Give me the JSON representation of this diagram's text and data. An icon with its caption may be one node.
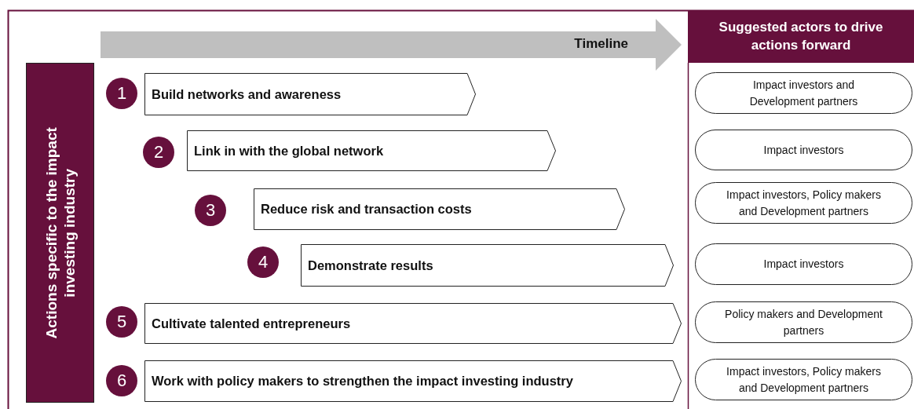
{
  "diagram": {
    "nodes": [
      {
        "text": [
          "Timeline"
        ]
      },
      {
        "text": [
          "Suggested actors to drive actions forward"
        ]
      },
      {
        "text": [
          "Actions specific to the impact investing industry"
        ]
      },
      {
        "text": [
          "1"
        ]
      },
      {
        "text": [
          "Build networks and awareness"
        ]
      },
      {
        "text": [
          "Impact investors and Development partners"
        ]
      },
      {
        "text": [
          "2"
        ]
      },
      {
        "text": [
          "Link in with the global network"
        ]
      },
      {
        "text": [
          "Impact investors"
        ]
      },
      {
        "text": [
          "3"
        ]
      },
      {
        "text": [
          "Reduce risk and transaction costs"
        ]
      },
      {
        "text": [
          "Impact investors, Policy makers and Development partners"
        ]
      },
      {
        "text": [
          "4"
        ]
      },
      {
        "text": [
          "Demonstrate results"
        ]
      },
      {
        "text": [
          "Impact investors"
        ]
      },
      {
        "text": [
          "5"
        ]
      },
      {
        "text": [
          "Cultivate talented entrepreneurs"
        ]
      },
      {
        "text": [
          "Policy makers and Development partners"
        ]
      },
      {
        "text": [
          "6"
        ]
      },
      {
        "text": [
          "Work with policy makers to strengthen the impact investing industry"
        ]
      },
      {
        "text": [
          "Impact investors, Policy makers and Development partners"
        ]
      }
    ]
  }
}
